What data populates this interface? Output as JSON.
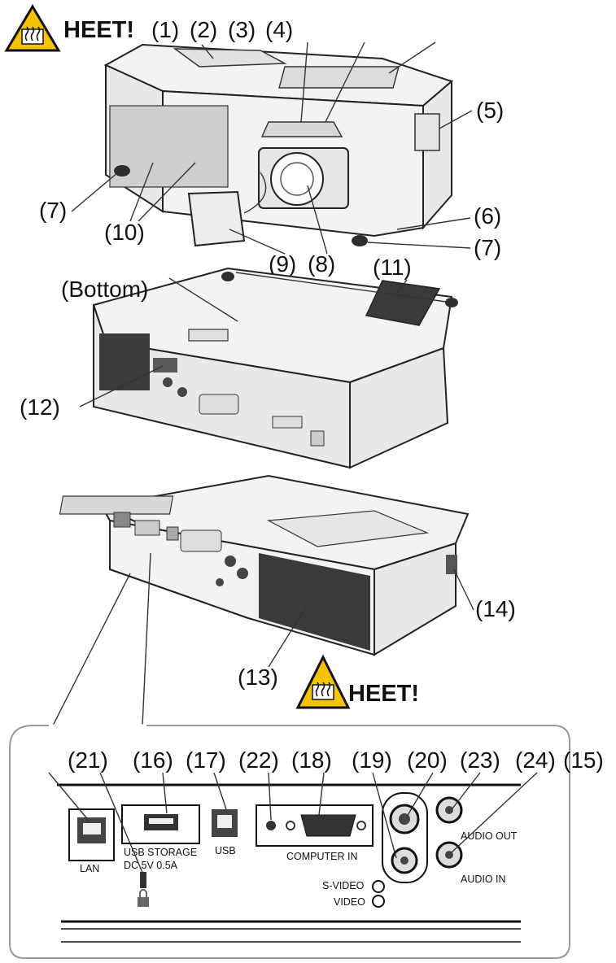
{
  "warning": {
    "label_top": "HEET!",
    "label_mid": "HEET!",
    "icon": "hot-surface-warning-icon",
    "color": "#f5c400"
  },
  "callouts": {
    "c1": "(1)",
    "c2": "(2)",
    "c3": "(3)",
    "c4": "(4)",
    "c5": "(5)",
    "c6": "(6)",
    "c7a": "(7)",
    "c7b": "(7)",
    "c8": "(8)",
    "c9": "(9)",
    "c10": "(10)",
    "c11": "(11)",
    "c12": "(12)",
    "c13": "(13)",
    "c14": "(14)",
    "c15": "(15)",
    "c16": "(16)",
    "c17": "(17)",
    "c18": "(18)",
    "c19": "(19)",
    "c20": "(20)",
    "c21": "(21)",
    "c22": "(22)",
    "c23": "(23)",
    "c24": "(24)",
    "bottom": "(Bottom)"
  },
  "ports": {
    "lan": "LAN",
    "usb_storage_1": "USB STORAGE",
    "usb_storage_2": "DC 5V 0.5A",
    "usb": "USB",
    "computer_in": "COMPUTER IN",
    "s_video": "S-VIDEO",
    "video": "VIDEO",
    "audio_out": "AUDIO OUT",
    "audio_in": "AUDIO IN"
  }
}
